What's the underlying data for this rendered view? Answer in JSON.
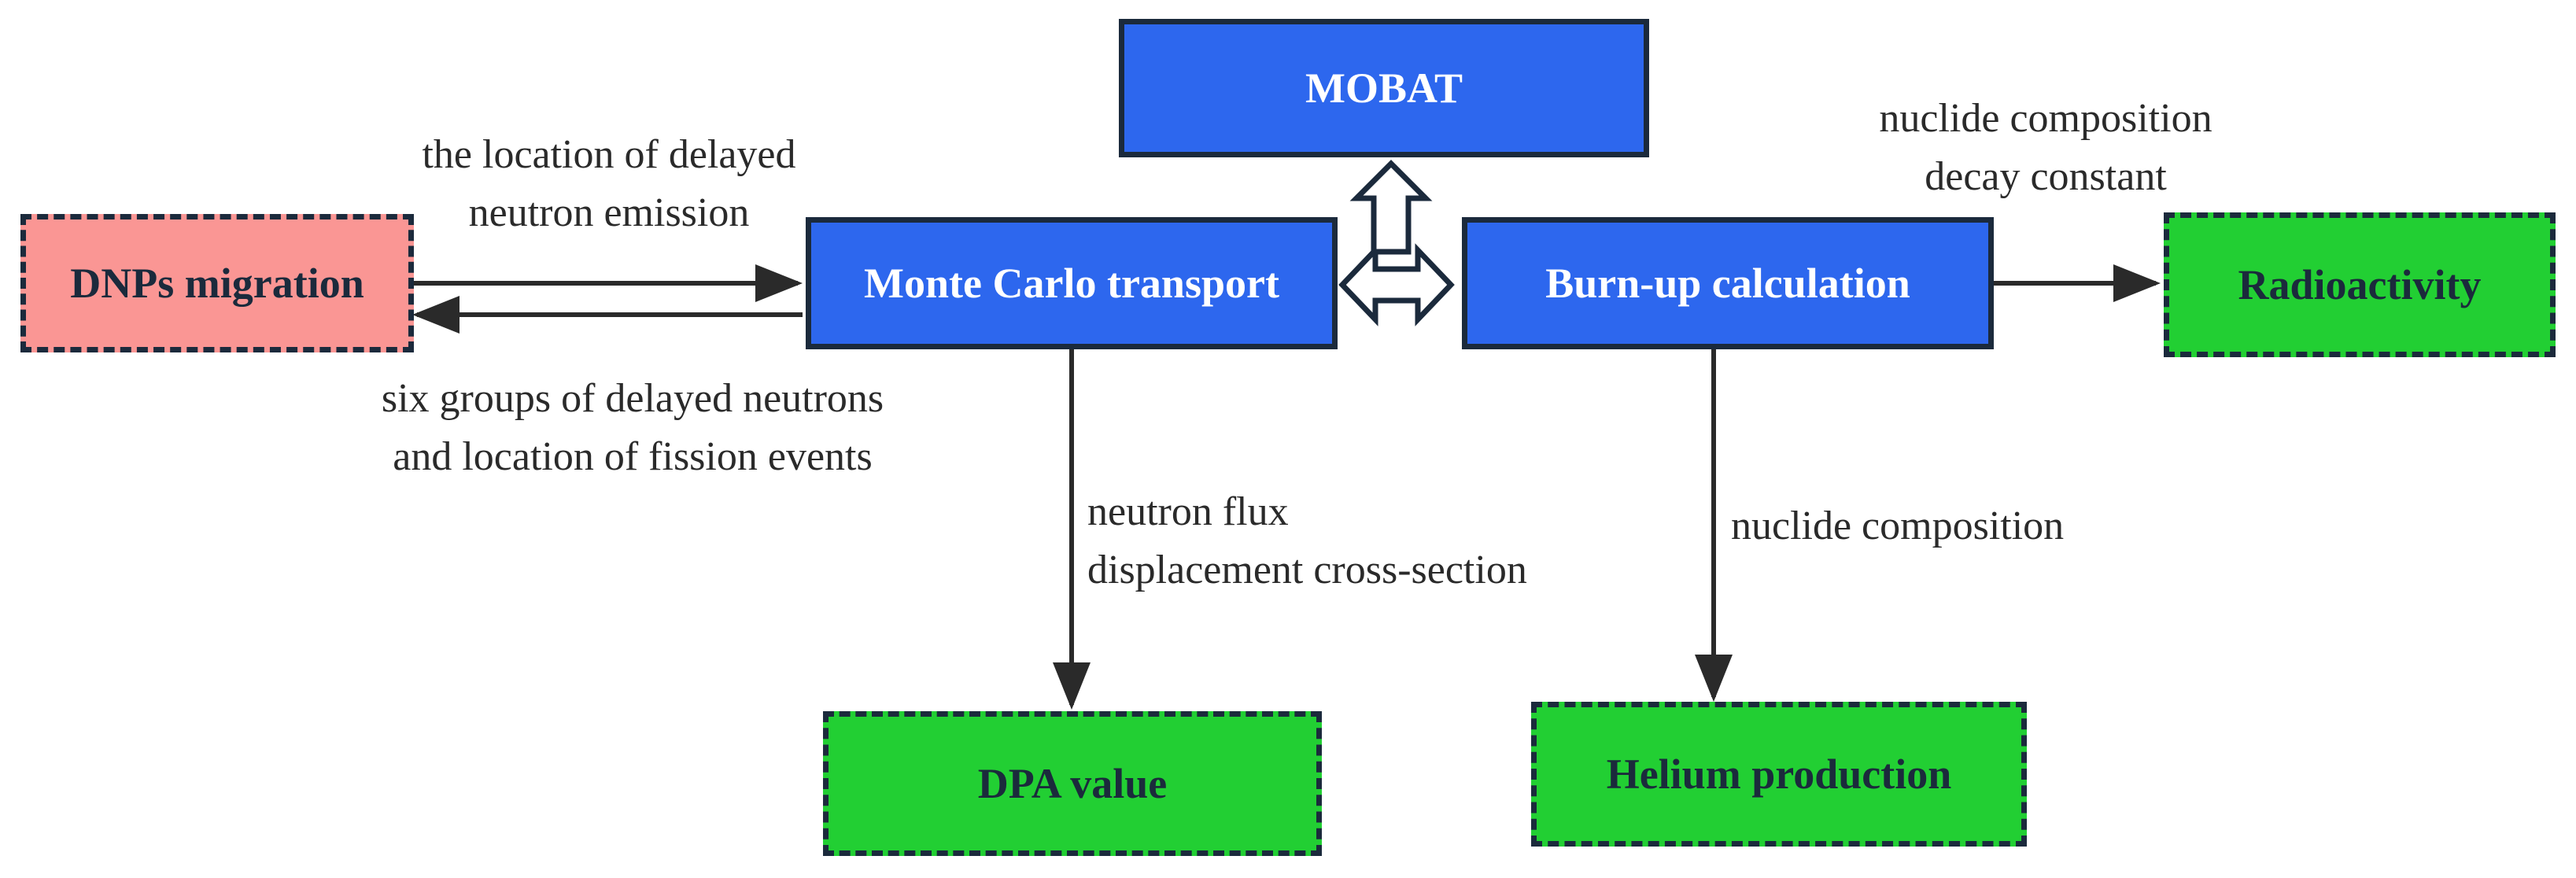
{
  "nodes": {
    "mobat": "MOBAT",
    "dnps": "DNPs migration",
    "monte_carlo": "Monte Carlo transport",
    "burnup": "Burn-up calculation",
    "radioactivity": "Radioactivity",
    "dpa": "DPA value",
    "helium": "Helium production"
  },
  "edge_labels": {
    "delayed_emission": [
      "the location of delayed",
      "neutron emission"
    ],
    "six_groups": [
      "six groups of delayed neutrons",
      "and location of fission events"
    ],
    "flux": [
      "neutron flux",
      "displacement cross-section"
    ],
    "nuclide_decay": [
      "nuclide composition",
      "decay constant"
    ],
    "nuclide": [
      "nuclide composition"
    ]
  },
  "colors": {
    "process_box": "#2d67ee",
    "output_box": "#22cf33",
    "input_box": "#fa9694",
    "border": "#1b2a3c"
  }
}
